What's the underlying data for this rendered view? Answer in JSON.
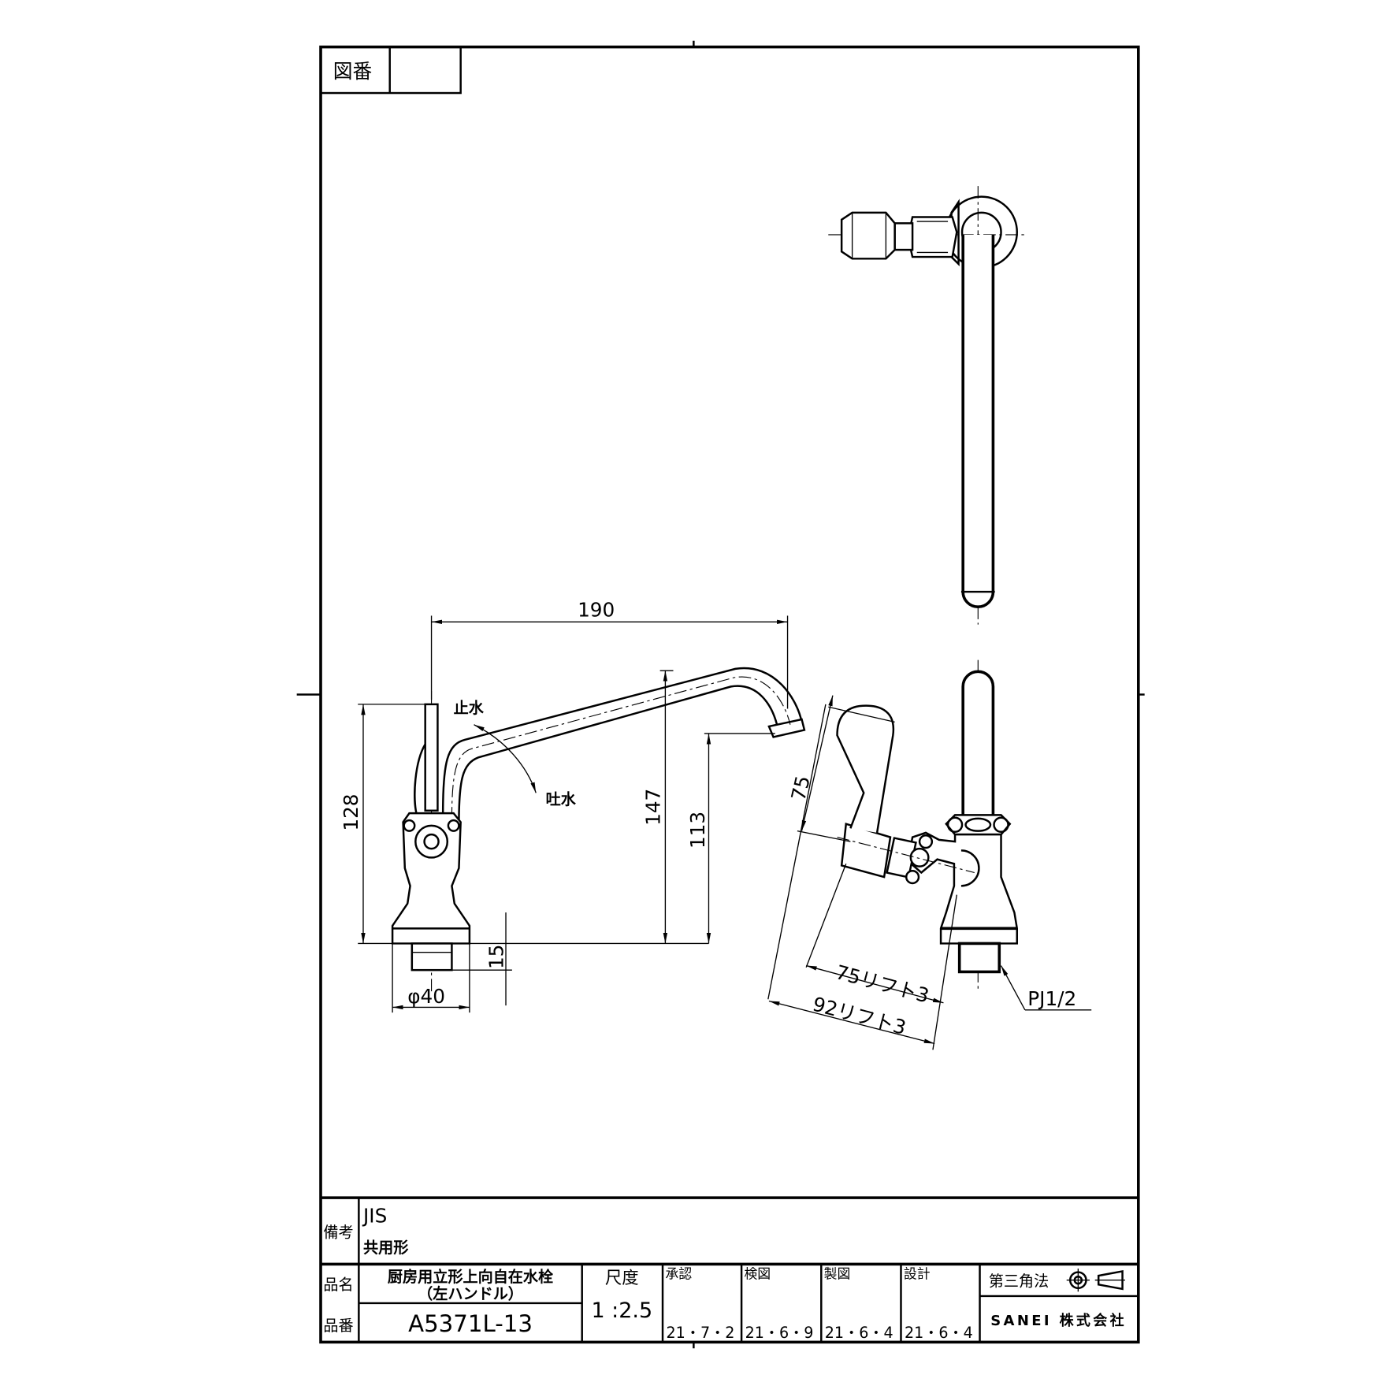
{
  "header": {
    "drawing_number_label": "図番",
    "drawing_number_value": ""
  },
  "dimensions": {
    "spout_reach": "190",
    "handle_height": "128",
    "spout_height": "147",
    "outlet_height": "113",
    "thread_length": "15",
    "base_diameter": "φ40",
    "handle_length": "75",
    "lift_75": "75リフト3",
    "lift_92": "92リフト3",
    "thread_spec": "PJ1/2"
  },
  "annotations": {
    "stop_water": "止水",
    "discharge_water": "吐水"
  },
  "title_block": {
    "remarks_label": "備考",
    "remarks_line1": "JIS",
    "remarks_line2": "共用形",
    "product_name_label": "品名",
    "product_name_line1": "厨房用立形上向自在水栓",
    "product_name_line2": "（左ハンドル）",
    "product_number_label": "品番",
    "product_number": "A5371L-13",
    "scale_label": "尺度",
    "scale_value": "1 :2.5",
    "approved_label": "承認",
    "approved_date": "21・7・2",
    "checked_label": "検図",
    "checked_date": "21・6・9",
    "drawn_label": "製図",
    "drawn_date": "21・6・4",
    "designed_label": "設計",
    "designed_date": "21・6・4",
    "projection_label": "第三角法",
    "company": "SANEI 株式会社"
  }
}
